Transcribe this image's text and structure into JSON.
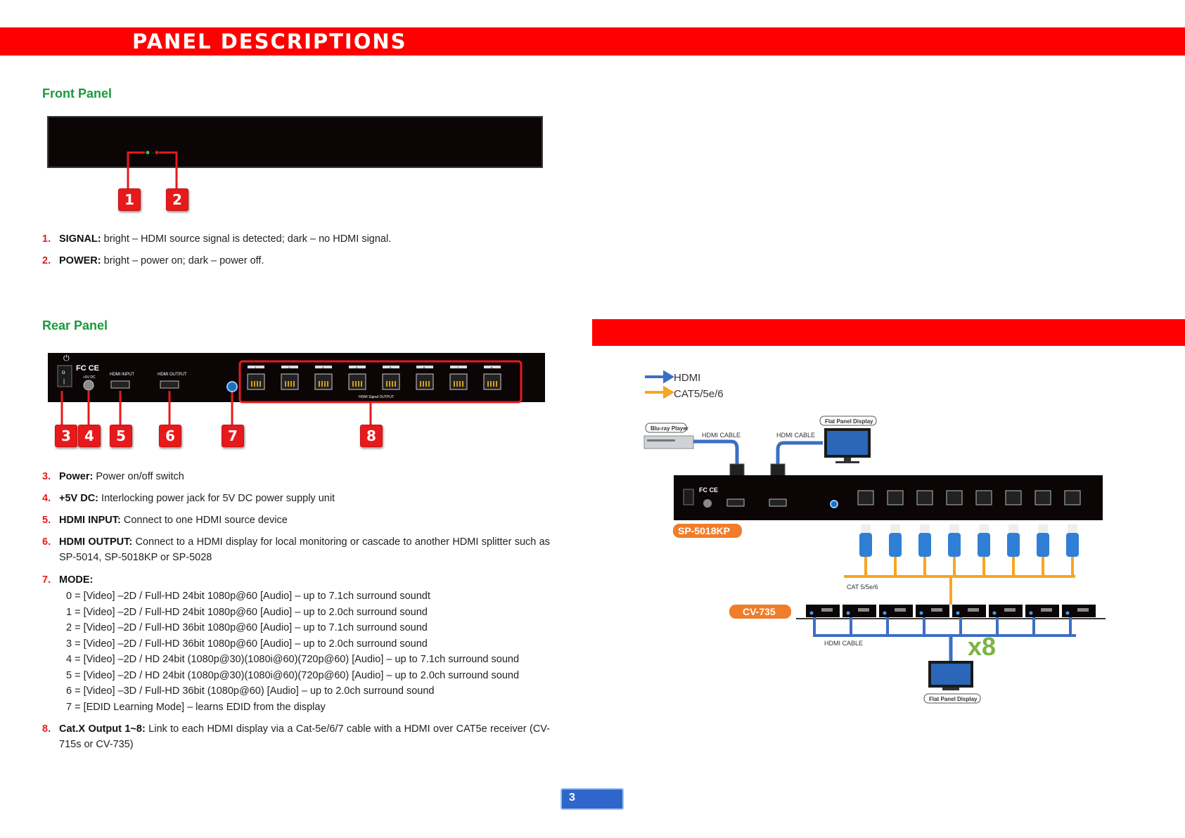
{
  "header": {
    "title": "PANEL DESCRIPTIONS"
  },
  "front_panel": {
    "heading": "Front Panel",
    "callouts": [
      "1",
      "2"
    ],
    "items": [
      {
        "num": "1.",
        "label": "SIGNAL:",
        "text": " bright – HDMI source signal is detected; dark – no HDMI signal."
      },
      {
        "num": "2.",
        "label": "POWER:",
        "text": " bright – power on; dark – power off."
      }
    ]
  },
  "rear_panel": {
    "heading": "Rear Panel",
    "callouts": [
      "3",
      "4",
      "5",
      "6",
      "7",
      "8"
    ],
    "device_labels": {
      "hdmi_input": "HDMI INPUT",
      "hdmi_output": "HDMI OUTPUT",
      "signal_output": "HDMI Signal OUTPUT",
      "dc": "+5V DC"
    },
    "port_numbers": [
      "1",
      "2",
      "3",
      "4",
      "5",
      "6",
      "7",
      "8"
    ],
    "items": [
      {
        "num": "3.",
        "label": "Power:",
        "text": " Power on/off switch"
      },
      {
        "num": "4.",
        "label": "+5V DC:",
        "text": " Interlocking power jack for 5V DC power supply unit"
      },
      {
        "num": "5.",
        "label": "HDMI INPUT:",
        "text": " Connect to one HDMI source device"
      },
      {
        "num": "6.",
        "label": "HDMI OUTPUT:",
        "text": " Connect to a HDMI display for local monitoring or cascade to another HDMI splitter such as SP-5014, SP-5018KP or SP-5028"
      },
      {
        "num": "7.",
        "label": "MODE:",
        "text": ""
      },
      {
        "num": "8.",
        "label": "Cat.X Output 1~8:",
        "text": " Link to each HDMI display via a Cat-5e/6/7 cable with a HDMI over CAT5e receiver (CV-715s or CV-735)"
      }
    ],
    "modes": [
      "0 = [Video] –2D / Full-HD 24bit 1080p@60 [Audio] – up to 7.1ch surround soundt",
      "1 = [Video] –2D / Full-HD 24bit 1080p@60 [Audio] – up to 2.0ch surround sound",
      "2 = [Video] –2D / Full-HD 36bit 1080p@60 [Audio] – up to 7.1ch surround sound",
      "3 = [Video] –2D / Full-HD 36bit 1080p@60 [Audio] – up to 2.0ch surround sound",
      "4 = [Video] –2D / HD 24bit (1080p@30)(1080i@60)(720p@60) [Audio] – up to 7.1ch surround sound",
      "5 = [Video] –2D / HD 24bit (1080p@30)(1080i@60)(720p@60) [Audio] – up to 2.0ch surround sound",
      "6 = [Video] –3D / Full-HD 36bit (1080p@60) [Audio] – up to 2.0ch surround sound",
      "7 = [EDID Learning Mode] – learns EDID from the display"
    ]
  },
  "diagram": {
    "legend": [
      {
        "label": "HDMI",
        "color": "#3b6fc4"
      },
      {
        "label": "CAT5/5e/6",
        "color": "#f5a623"
      }
    ],
    "blu_ray_label": "Blu-ray Player",
    "flat_panel_label": "Flat Panel Display",
    "hdmi_cable_label": "HDMI CABLE",
    "cat_label": "CAT 5/5e/6",
    "splitter_model": "SP-5018KP",
    "receiver_model": "CV-735",
    "multiplier": "x8"
  },
  "footer": {
    "page_number": "3"
  }
}
